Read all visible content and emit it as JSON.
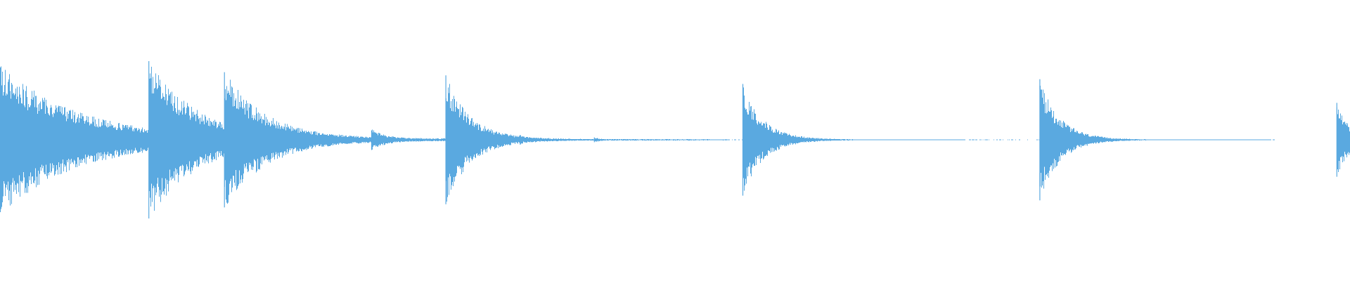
{
  "waveform": {
    "color": "#5aa9e0",
    "background": "#ffffff",
    "duration_fraction_visible": 1.0,
    "transients": [
      {
        "time": 0.0,
        "amplitude": 0.92,
        "decay": 0.055,
        "tail_level": 0.045,
        "noise": 0.9
      },
      {
        "time": 0.055,
        "amplitude": 0.2,
        "decay": 0.02,
        "tail_level": 0.03,
        "noise": 0.5
      },
      {
        "time": 0.11,
        "amplitude": 1.0,
        "decay": 0.035,
        "tail_level": 0.03,
        "noise": 0.8
      },
      {
        "time": 0.166,
        "amplitude": 0.86,
        "decay": 0.03,
        "tail_level": 0.025,
        "noise": 0.8
      },
      {
        "time": 0.22,
        "amplitude": 0.14,
        "decay": 0.01,
        "tail_level": 0.02,
        "noise": 0.4
      },
      {
        "time": 0.275,
        "amplitude": 0.12,
        "decay": 0.01,
        "tail_level": 0.02,
        "noise": 0.4
      },
      {
        "time": 0.33,
        "amplitude": 0.82,
        "decay": 0.018,
        "tail_level": 0.012,
        "noise": 0.6
      },
      {
        "time": 0.385,
        "amplitude": 0.06,
        "decay": 0.005,
        "tail_level": 0.006,
        "noise": 0.3
      },
      {
        "time": 0.44,
        "amplitude": 0.03,
        "decay": 0.005,
        "tail_level": 0.004,
        "noise": 0.2
      },
      {
        "time": 0.55,
        "amplitude": 0.71,
        "decay": 0.015,
        "tail_level": 0.006,
        "noise": 0.5
      },
      {
        "time": 0.77,
        "amplitude": 0.77,
        "decay": 0.015,
        "tail_level": 0.004,
        "noise": 0.5
      },
      {
        "time": 0.99,
        "amplitude": 0.47,
        "decay": 0.01,
        "tail_level": 0.004,
        "noise": 0.5
      }
    ],
    "sparse_segments": [
      {
        "start": 0.54,
        "end": 0.55
      },
      {
        "start": 0.715,
        "end": 0.77
      },
      {
        "start": 0.94,
        "end": 0.99
      }
    ]
  }
}
